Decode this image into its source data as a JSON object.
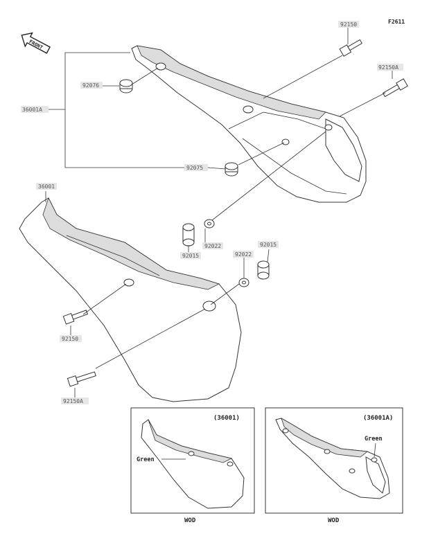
{
  "figure_id": "F2611",
  "front_label": "FRONT",
  "callouts": {
    "c1": "92150",
    "c2": "92150A",
    "c3": "92076",
    "c4": "36001A",
    "c5": "92075",
    "c6": "36001",
    "c7": "92022",
    "c8": "92015",
    "c9": "92022",
    "c10": "92015",
    "c11": "92150",
    "c12": "92150A"
  },
  "inset_left": {
    "part_ref": "(36001)",
    "color_note": "Green",
    "caption": "WOD"
  },
  "inset_right": {
    "part_ref": "(36001A)",
    "color_note": "Green",
    "caption": "WOD"
  }
}
